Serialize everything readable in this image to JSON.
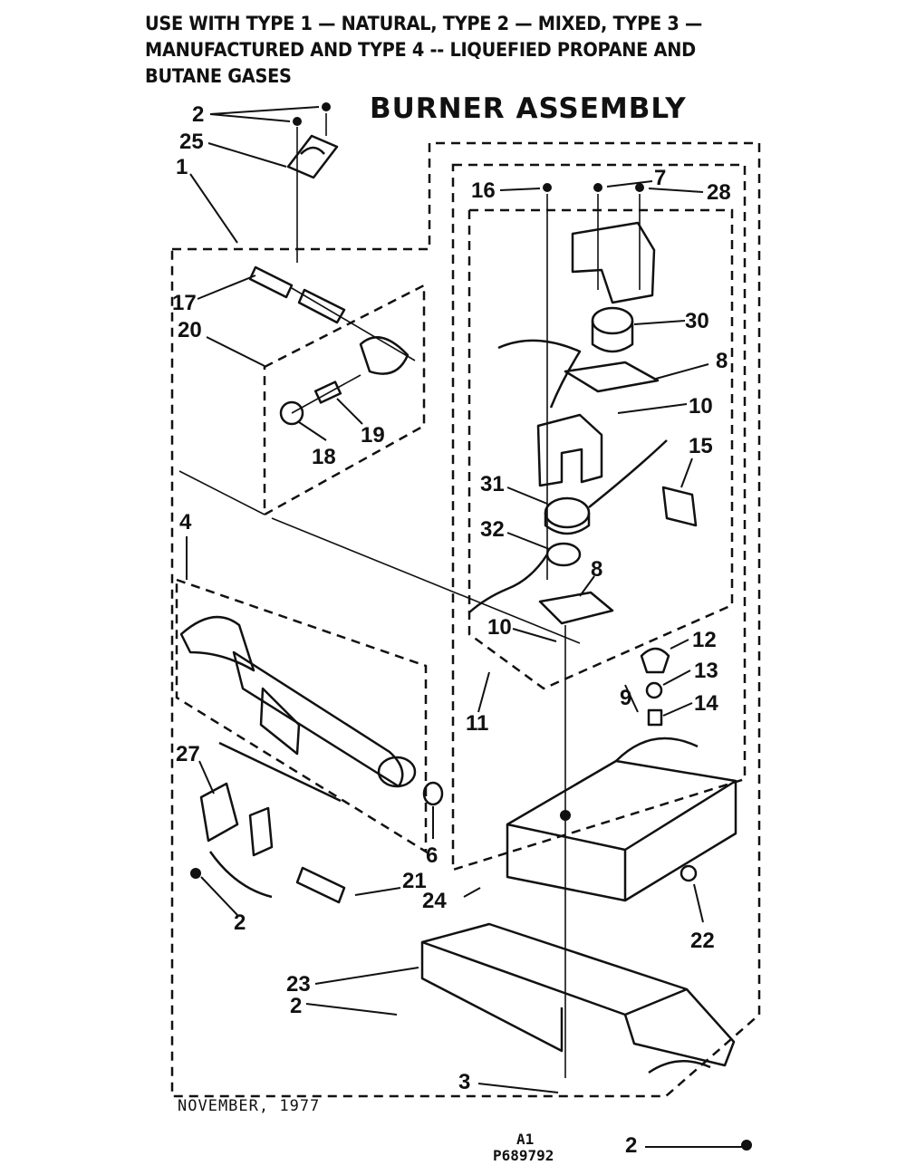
{
  "header": {
    "lines": [
      "USE WITH TYPE 1 — NATURAL, TYPE 2 — MIXED, TYPE 3 —",
      "MANUFACTURED  AND TYPE 4 -- LIQUEFIED PROPANE AND",
      "BUTANE GASES"
    ]
  },
  "title": "BURNER ASSEMBLY",
  "footer": {
    "date": "NOVEMBER, 1977",
    "sheet": "A1",
    "part_number": "P689792"
  },
  "callouts": [
    {
      "id": "c-2-top",
      "label": "2"
    },
    {
      "id": "c-25",
      "label": "25"
    },
    {
      "id": "c-1",
      "label": "1"
    },
    {
      "id": "c-17",
      "label": "17"
    },
    {
      "id": "c-20",
      "label": "20"
    },
    {
      "id": "c-18",
      "label": "18"
    },
    {
      "id": "c-19",
      "label": "19"
    },
    {
      "id": "c-4",
      "label": "4"
    },
    {
      "id": "c-27",
      "label": "27"
    },
    {
      "id": "c-2-left",
      "label": "2"
    },
    {
      "id": "c-21",
      "label": "21"
    },
    {
      "id": "c-6",
      "label": "6"
    },
    {
      "id": "c-24",
      "label": "24"
    },
    {
      "id": "c-23",
      "label": "23"
    },
    {
      "id": "c-2-lower",
      "label": "2"
    },
    {
      "id": "c-3",
      "label": "3"
    },
    {
      "id": "c-2-bottom",
      "label": "2"
    },
    {
      "id": "c-16",
      "label": "16"
    },
    {
      "id": "c-7",
      "label": "7"
    },
    {
      "id": "c-28",
      "label": "28"
    },
    {
      "id": "c-30",
      "label": "30"
    },
    {
      "id": "c-8-top",
      "label": "8"
    },
    {
      "id": "c-10-top",
      "label": "10"
    },
    {
      "id": "c-15",
      "label": "15"
    },
    {
      "id": "c-31",
      "label": "31"
    },
    {
      "id": "c-32",
      "label": "32"
    },
    {
      "id": "c-8-mid",
      "label": "8"
    },
    {
      "id": "c-10-mid",
      "label": "10"
    },
    {
      "id": "c-11",
      "label": "11"
    },
    {
      "id": "c-12",
      "label": "12"
    },
    {
      "id": "c-13",
      "label": "13"
    },
    {
      "id": "c-9",
      "label": "9"
    },
    {
      "id": "c-14",
      "label": "14"
    },
    {
      "id": "c-22",
      "label": "22"
    }
  ]
}
